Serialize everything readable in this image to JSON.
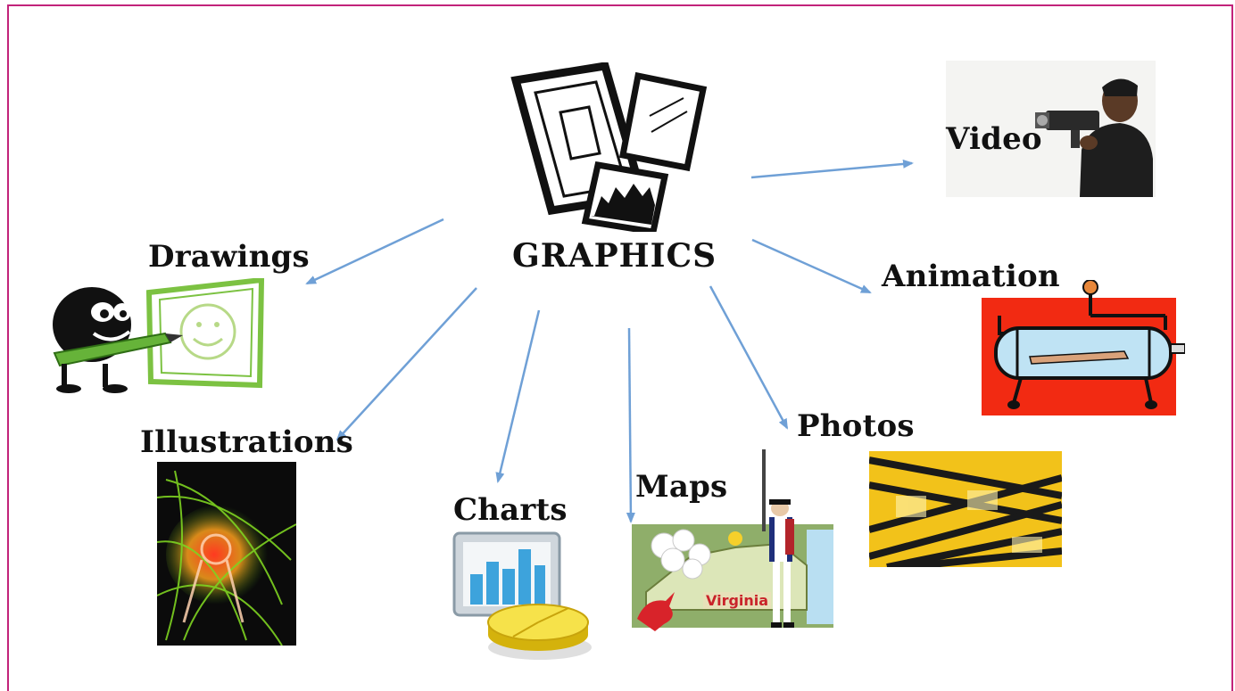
{
  "diagram": {
    "center": {
      "label": "GRAPHICS",
      "icon": "picture-frames-icon"
    },
    "nodes": [
      {
        "id": "video",
        "label": "Video",
        "icon": "videographer-icon"
      },
      {
        "id": "drawings",
        "label": "Drawings",
        "icon": "smiley-drawing-icon"
      },
      {
        "id": "animation",
        "label": "Animation",
        "icon": "animation-machine-icon"
      },
      {
        "id": "illustrations",
        "label": "Illustrations",
        "icon": "xray-shoulder-icon"
      },
      {
        "id": "charts",
        "label": "Charts",
        "icon": "bar-pie-chart-icon"
      },
      {
        "id": "maps",
        "label": "Maps",
        "icon": "virginia-map-icon"
      },
      {
        "id": "photos",
        "label": "Photos",
        "icon": "film-strip-icon"
      }
    ],
    "map_text": "Virginia",
    "colors": {
      "frame": "#c2237a",
      "arrow": "#6fa0d6",
      "animation_bg": "#f22a12",
      "film": "#f2c21a",
      "xray_bg": "#0b0b0b"
    }
  }
}
